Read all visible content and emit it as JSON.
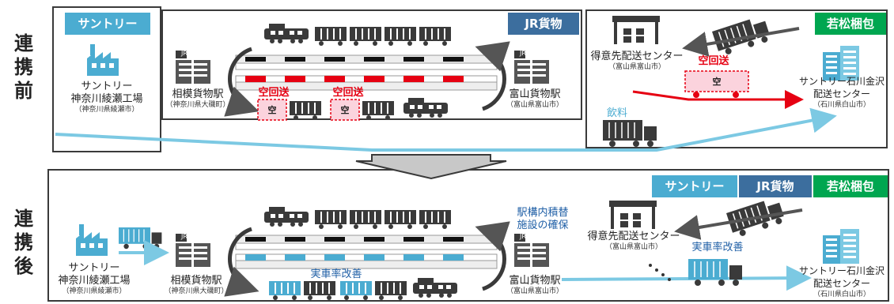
{
  "side_labels": {
    "before": [
      "連",
      "携",
      "前"
    ],
    "after": [
      "連",
      "携",
      "後"
    ]
  },
  "tags": {
    "suntory": "サントリー",
    "jr_freight": "JR貨物",
    "wakamatsu": "若松梱包"
  },
  "before": {
    "factory_name": "サントリー",
    "factory_name2": "神奈川綾瀬工場",
    "factory_loc": "（神奈川県綾瀬市）",
    "sagami_station": "相模貨物駅",
    "sagami_loc": "（神奈川県大磯町）",
    "toyama_station": "富山貨物駅",
    "toyama_loc": "（富山県富山市）",
    "empty_return": "空回送",
    "empty_return2": "空回送",
    "empty_mark": "空",
    "empty_mark2": "空",
    "customer_center": "得意先配送センター",
    "customer_loc": "（富山県富山市）",
    "truck_empty_return": "空回送",
    "truck_empty_mark": "空",
    "ishikawa_center": "サントリー石川金沢",
    "ishikawa_center2": "配送センター",
    "ishikawa_loc": "（石川県白山市）",
    "beverage": "飲料",
    "jr_icon": "JR"
  },
  "after": {
    "factory_name": "サントリー",
    "factory_name2": "神奈川綾瀬工場",
    "factory_loc": "（神奈川県綾瀬市）",
    "sagami_station": "相模貨物駅",
    "sagami_loc": "（神奈川県大磯町）",
    "toyama_station": "富山貨物駅",
    "toyama_loc": "（富山県富山市）",
    "load_rate": "実車率改善",
    "load_rate_truck": "実車率改善",
    "transship_line1": "駅構内積替",
    "transship_line2": "施設の確保",
    "customer_center": "得意先配送センター",
    "customer_loc": "（富山県富山市）",
    "ishikawa_center": "サントリー石川金沢",
    "ishikawa_center2": "配送センター",
    "ishikawa_loc": "（石川県白山市）",
    "jr_icon": "JR"
  },
  "colors": {
    "suntory_blue": "#4bacd1",
    "jr_blue": "#3c6e9e",
    "wakamatsu_green": "#00a650",
    "empty_red": "#e60012",
    "flow_blue": "#7cc9e3"
  },
  "icons": [
    "factory-icon",
    "station-building-icon",
    "locomotive-icon",
    "freight-car-icon",
    "warehouse-icon",
    "truck-icon",
    "office-building-icon",
    "arrow-icon"
  ]
}
